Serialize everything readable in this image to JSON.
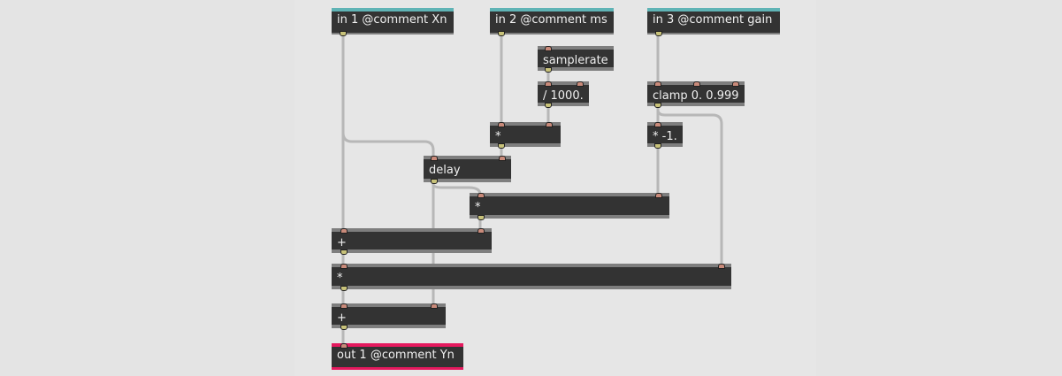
{
  "patcher": {
    "colors": {
      "background": "#e4e4e4",
      "object_fill": "#333333",
      "object_text": "#f0f0f0",
      "inlet_accent": "#5fb3b5",
      "outlet_accent": "#e5195e",
      "cord": "#b7b7b7"
    },
    "objects": {
      "in1": {
        "text": "in 1 @comment Xn"
      },
      "in2": {
        "text": "in 2 @comment ms"
      },
      "in3": {
        "text": "in 3 @comment gain"
      },
      "samplerate": {
        "text": "samplerate"
      },
      "div1000": {
        "text": "/ 1000."
      },
      "clamp": {
        "text": "clamp 0. 0.999"
      },
      "mul_ms": {
        "text": "*"
      },
      "neg": {
        "text": "* -1."
      },
      "delay": {
        "text": "delay"
      },
      "mul_delay": {
        "text": "*"
      },
      "add1": {
        "text": "+"
      },
      "mul_gain": {
        "text": "*"
      },
      "add2": {
        "text": "+"
      },
      "out1": {
        "text": "out 1 @comment Yn"
      }
    }
  }
}
